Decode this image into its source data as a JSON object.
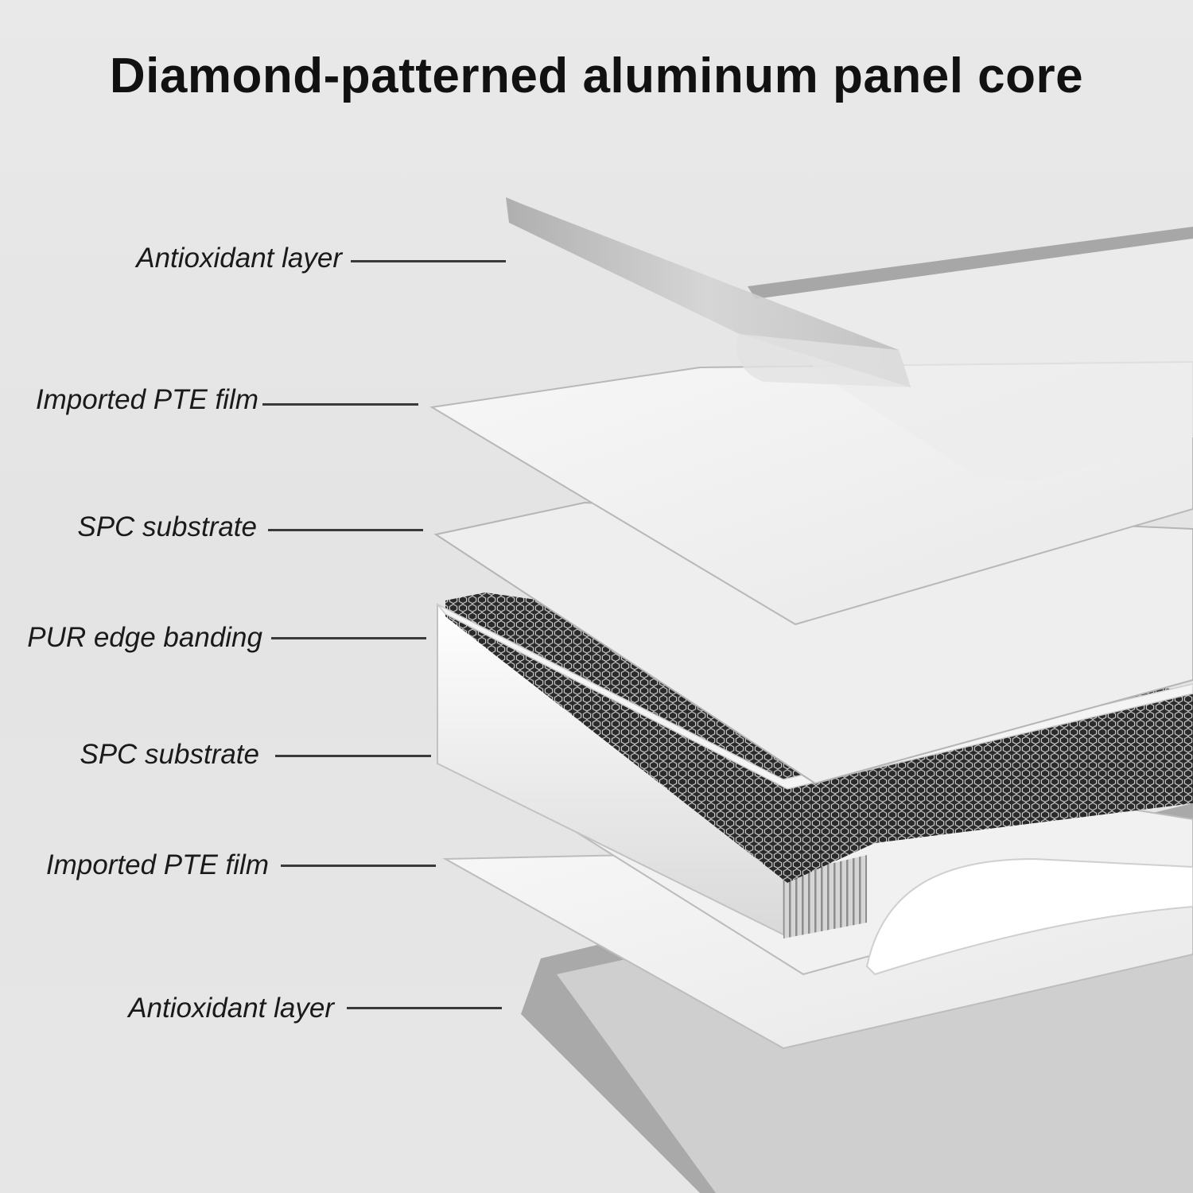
{
  "title": "Diamond-patterned aluminum panel core",
  "layers": [
    {
      "label": "Antioxidant layer"
    },
    {
      "label": "Imported PTE film"
    },
    {
      "label": "SPC substrate"
    },
    {
      "label": "PUR edge banding"
    },
    {
      "label": "SPC substrate"
    },
    {
      "label": "Imported PTE film"
    },
    {
      "label": "Antioxidant layer"
    }
  ],
  "colors": {
    "background": "#e6e6e6",
    "sheet": "#f3f3f3",
    "film": "#b8b8b8",
    "honeycomb_dark": "#2b2b2b",
    "text": "#111111"
  }
}
